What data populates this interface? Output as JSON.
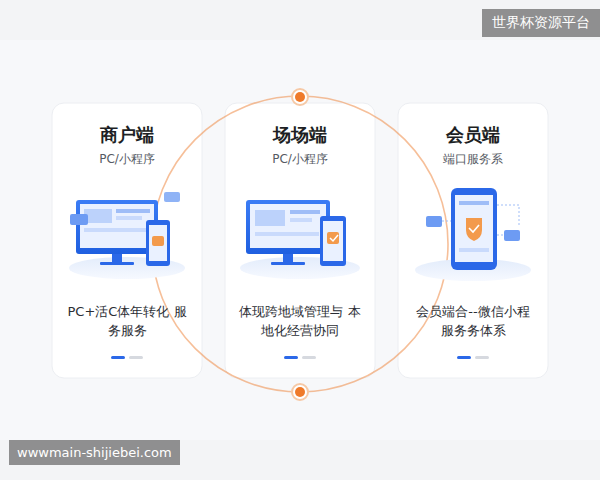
{
  "diagram": {
    "nodes": [
      {
        "text": [
          "商户端",
          "PC/小程序",
          "PC+活C体年转化 服务服务"
        ]
      },
      {
        "text": [
          "场场端",
          "PC/小程序",
          "体现跨地域管理与 本地化经营协同"
        ]
      },
      {
        "text": [
          "会员端",
          "端口服务系",
          "会员端合--微信小程 服务务体系"
        ]
      }
    ],
    "labels": [
      "世界杯资源平台",
      "wwwmain-shijiebei.com"
    ]
  }
}
